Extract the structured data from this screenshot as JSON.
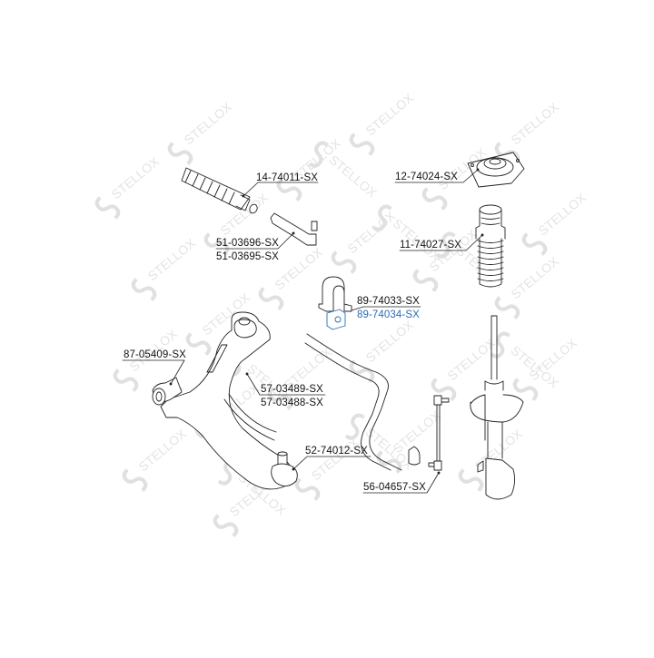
{
  "diagram": {
    "brand_watermark": "STELLOX",
    "colors": {
      "line": "#222222",
      "label": "#111111",
      "highlight": "#2a6db8",
      "watermark": "#e2e2e2"
    },
    "highlighted_part": "89-74034-SX",
    "parts": [
      {
        "id": "boot",
        "name": "Steering rack boot",
        "labels": [
          "14-74011-SX"
        ]
      },
      {
        "id": "tie_rod_end",
        "name": "Tie rod end",
        "labels": [
          "51-03696-SX",
          "51-03695-SX"
        ]
      },
      {
        "id": "strut_mount",
        "name": "Strut top mount",
        "labels": [
          "12-74024-SX"
        ]
      },
      {
        "id": "dust_boot",
        "name": "Shock absorber dust boot",
        "labels": [
          "11-74027-SX"
        ]
      },
      {
        "id": "stab_bracket",
        "name": "Stabilizer bracket",
        "labels": [
          "89-74033-SX"
        ]
      },
      {
        "id": "stab_bushing",
        "name": "Stabilizer bushing",
        "labels": [
          "89-74034-SX"
        ],
        "highlighted": true
      },
      {
        "id": "arm_bushing",
        "name": "Control arm bushing",
        "labels": [
          "87-05409-SX"
        ]
      },
      {
        "id": "control_arm",
        "name": "Lower control arm",
        "labels": [
          "57-03489-SX",
          "57-03488-SX"
        ]
      },
      {
        "id": "ball_joint",
        "name": "Ball joint",
        "labels": [
          "52-74012-SX"
        ]
      },
      {
        "id": "stab_link",
        "name": "Stabilizer link",
        "labels": [
          "56-04657-SX"
        ]
      }
    ]
  }
}
